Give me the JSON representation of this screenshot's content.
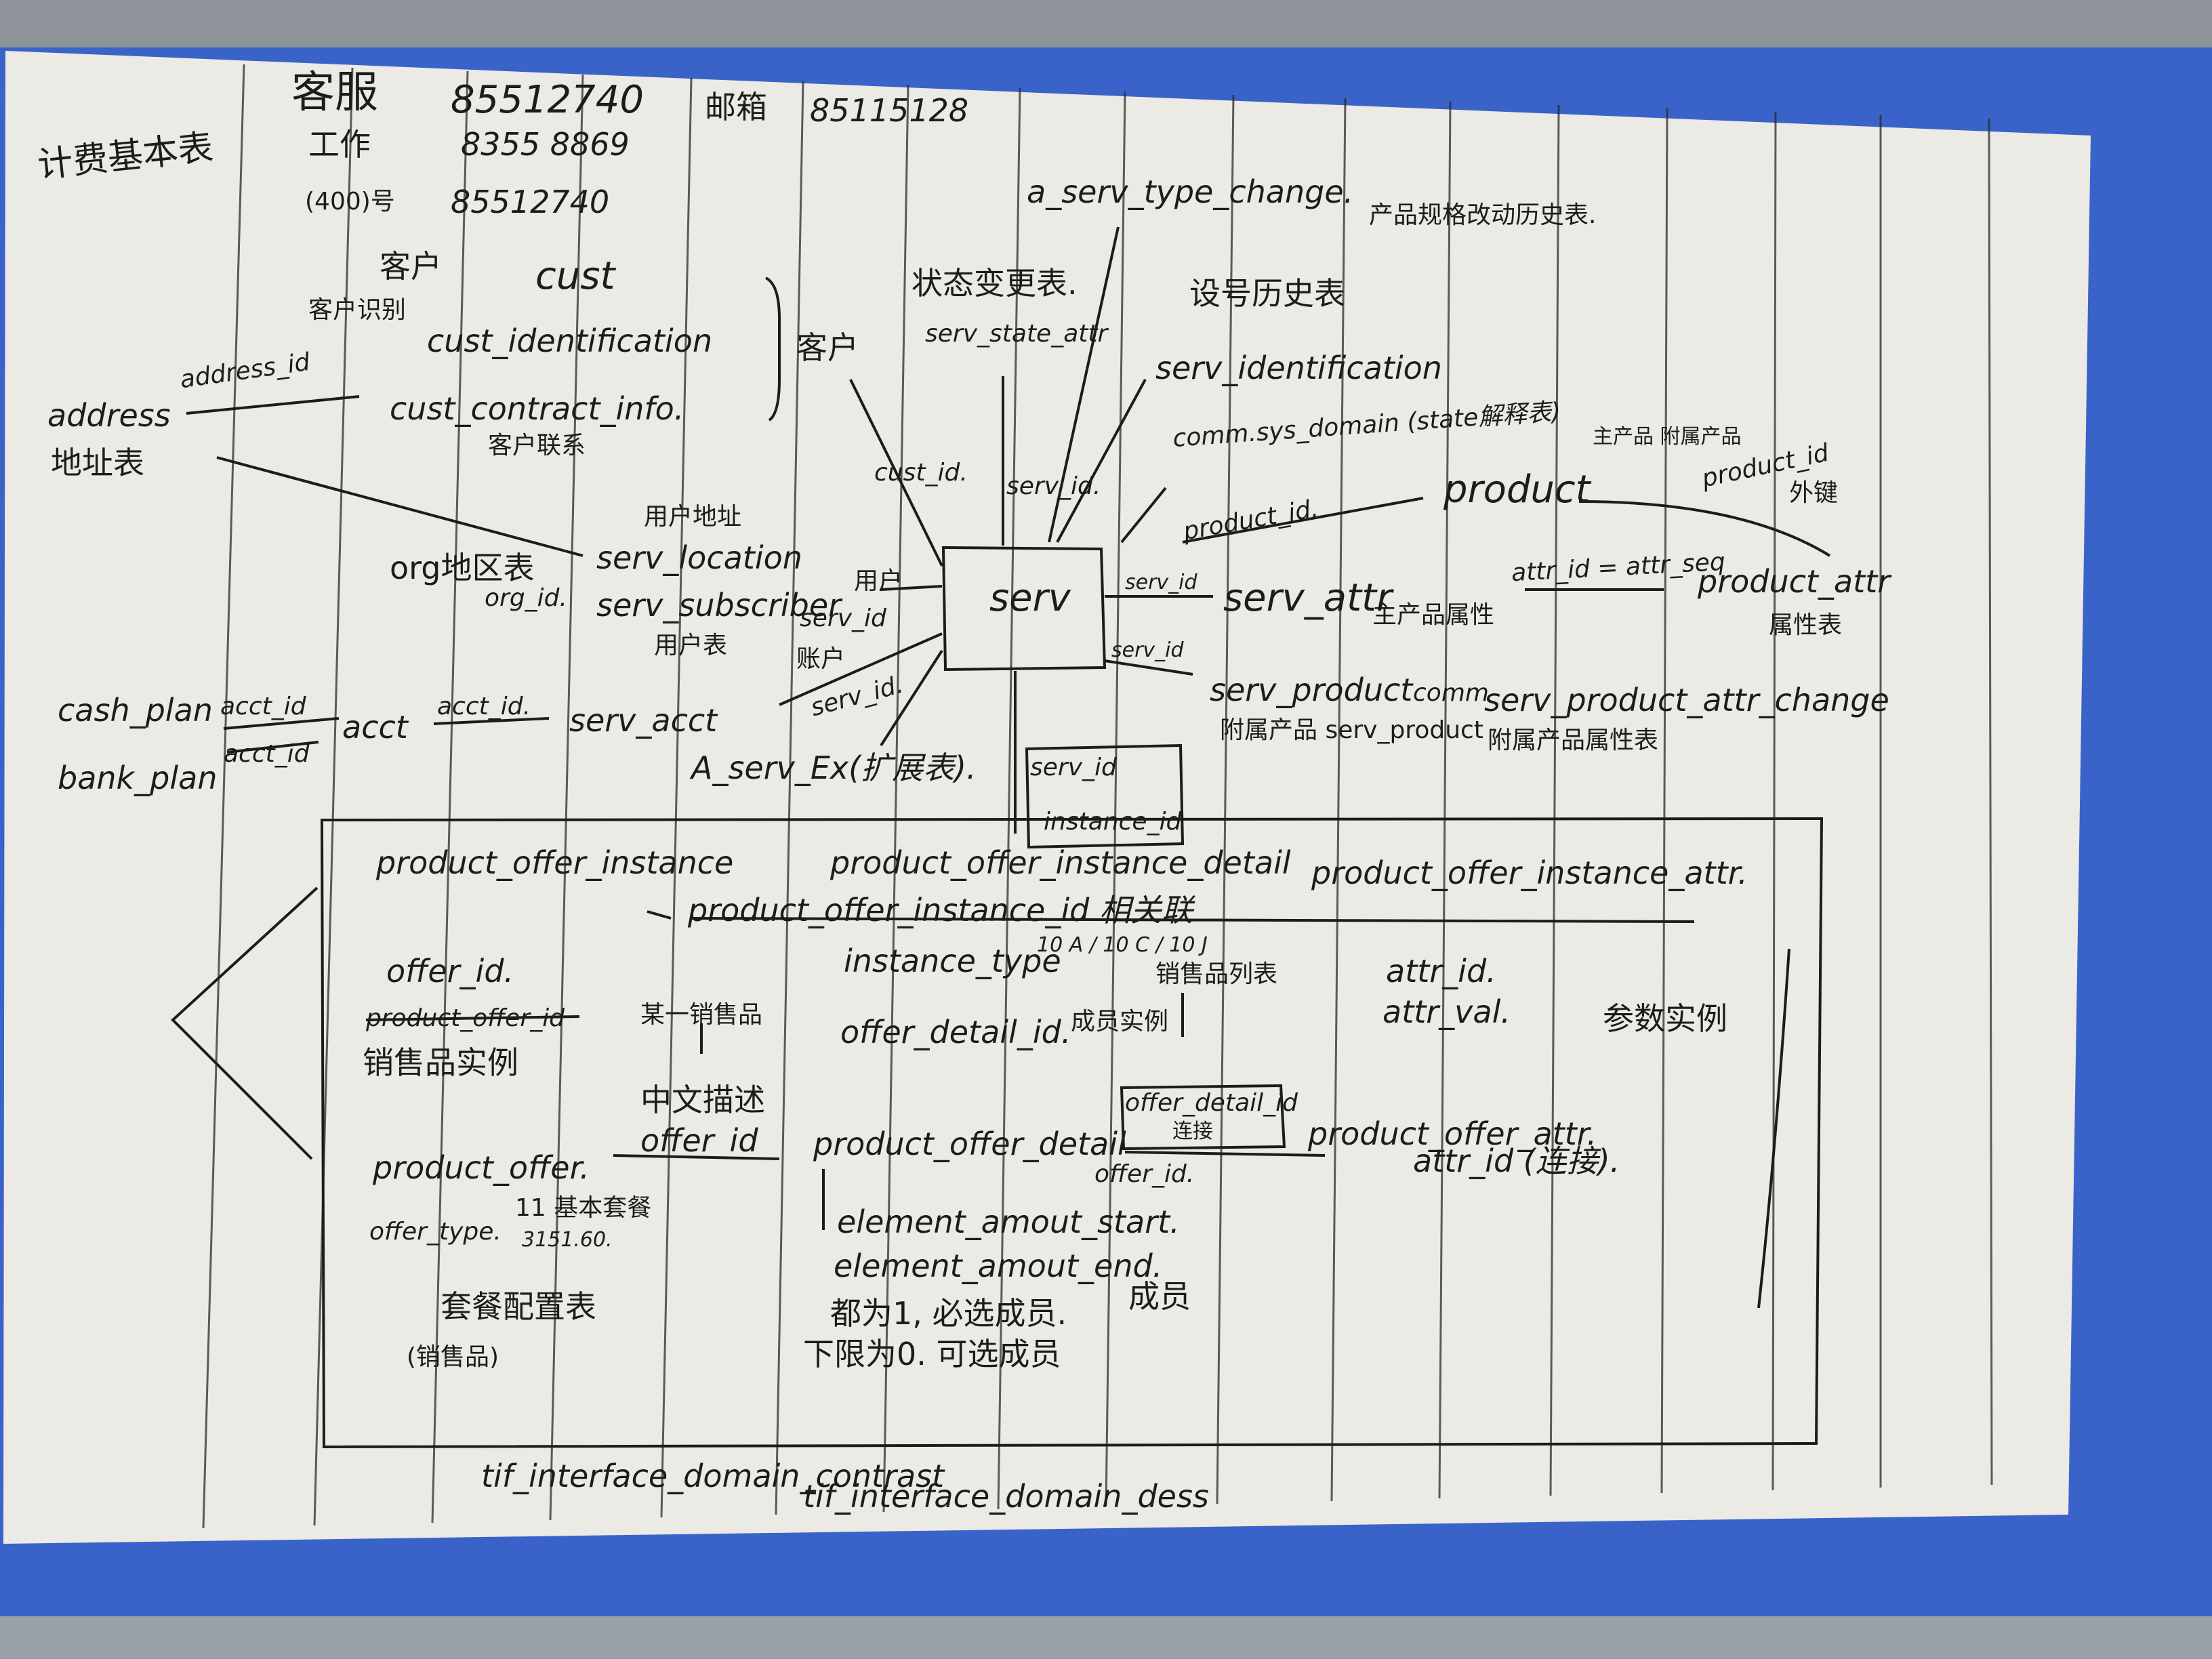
{
  "header": {
    "note_left": "计费基本表",
    "phone_rows": [
      {
        "label": "客服",
        "number": "85512740"
      },
      {
        "label": "工作",
        "number": "8355 8869"
      },
      {
        "label": "(400)号",
        "number": "85512740"
      }
    ],
    "mail_label": "邮箱",
    "mail_number": "85115128"
  },
  "top_tables": {
    "type_change": "a_serv_type_change.",
    "type_change_desc": "产品规格改动历史表.",
    "state_change_desc": "状态变更表.",
    "state_attr": "serv_state_attr",
    "id_history_desc": "设号历史表",
    "serv_identification": "serv_identification",
    "comm_sys_domain": "comm.sys_domain (state解释表)",
    "customer_short": "客户"
  },
  "customer": {
    "title_cn": "客户",
    "title_en": "cust",
    "ident_desc": "客户识别",
    "identification": "cust_identification",
    "contract_info": "cust_contract_info.",
    "contract_desc": "客户联系"
  },
  "left_tables": {
    "address": "address",
    "address_desc": "地址表",
    "address_id": "address_id",
    "org": "org地区表",
    "org_id": "org_id.",
    "cash_plan": "cash_plan",
    "bank_plan": "bank_plan",
    "acct_id": "acct_id",
    "acct_id_struck": "acct_id",
    "acct": "acct",
    "acct_link": "acct_id."
  },
  "serv_links": {
    "location_desc": "用户地址",
    "location": "serv_location",
    "subscriber": "serv_subscriber",
    "subscriber_desc": "用户表",
    "user_label": "用户",
    "serv_id": "serv_id",
    "acct_label": "账户",
    "serv_id_2": "serv_id.",
    "serv_acct": "serv_acct",
    "serv_ex": "A_serv_Ex(扩展表).",
    "cust_id": "cust_id.",
    "serv_id_up": "serv_id."
  },
  "center": {
    "serv": "serv",
    "serv_id_box": "serv_id",
    "instance_id_box": "instance_id"
  },
  "right_tables": {
    "product_id_link": "product_id.",
    "product": "product",
    "product_note": "主产品 附属产品",
    "product_id_2": "product_id",
    "product_id_2_note": "外键",
    "serv_id_a": "serv_id",
    "serv_attr": "serv_attr",
    "serv_attr_desc": "主产品属性",
    "attr_link": "attr_id = attr_seq",
    "product_attr": "product_attr",
    "product_attr_desc": "属性表",
    "serv_id_b": "serv_id",
    "serv_product": "serv_product",
    "comm": "comm",
    "attr_change": "serv_product_attr_change",
    "serv_product_desc": "附属产品 serv_product",
    "attr_change_desc": "附属产品属性表"
  },
  "offer_box": {
    "instance": "product_offer_instance",
    "instance_detail": "product_offer_instance_detail",
    "instance_attr": "product_offer_instance_attr.",
    "instance_id_link": "product_offer_instance_id 相关联",
    "offer_id": "offer_id.",
    "struck_product_offer_id": "product_offer_id",
    "sales_example": "销售品实例",
    "instance_type": "instance_type",
    "instance_type_vals": "10 A / 10 C / 10 J",
    "sales_list": "销售品列表",
    "offer_detail_id": "offer_detail_id.",
    "member_instance": "成员实例",
    "attr_id": "attr_id.",
    "attr_val": "attr_val.",
    "param_instance": "参数实例",
    "one_sales": "某一销售品",
    "cn_desc": "中文描述",
    "offer_id_2": "offer_id",
    "product_offer": "product_offer.",
    "product_offer_detail": "product_offer_detail",
    "offer_detail_box": "offer_detail_id",
    "offer_detail_box_note": "连接",
    "offer_id_3": "offer_id.",
    "product_offer_attr": "product_offer_attr.",
    "attr_id_note": "attr_id (连接).",
    "offer_type": "offer_type.",
    "offer_type_vals": "11 基本套餐",
    "offer_type_vals_2": "3151.60.",
    "package_table": "套餐配置表",
    "package_note": "(销售品)",
    "amount_start": "element_amout_start.",
    "amount_end": "element_amout_end.",
    "rule_upper": "都为1, 必选成员.",
    "rule_lower": "下限为0. 可选成员",
    "member": "成员"
  },
  "footer": {
    "domain_contrast": "tif_interface_domain_contrast",
    "domain_desc": "tif_interface_domain_dess"
  },
  "colors": {
    "board": "#3a63c9",
    "paper": "#ebeae4",
    "ink": "#1c1c1c",
    "rule": "#2a2a2a"
  }
}
